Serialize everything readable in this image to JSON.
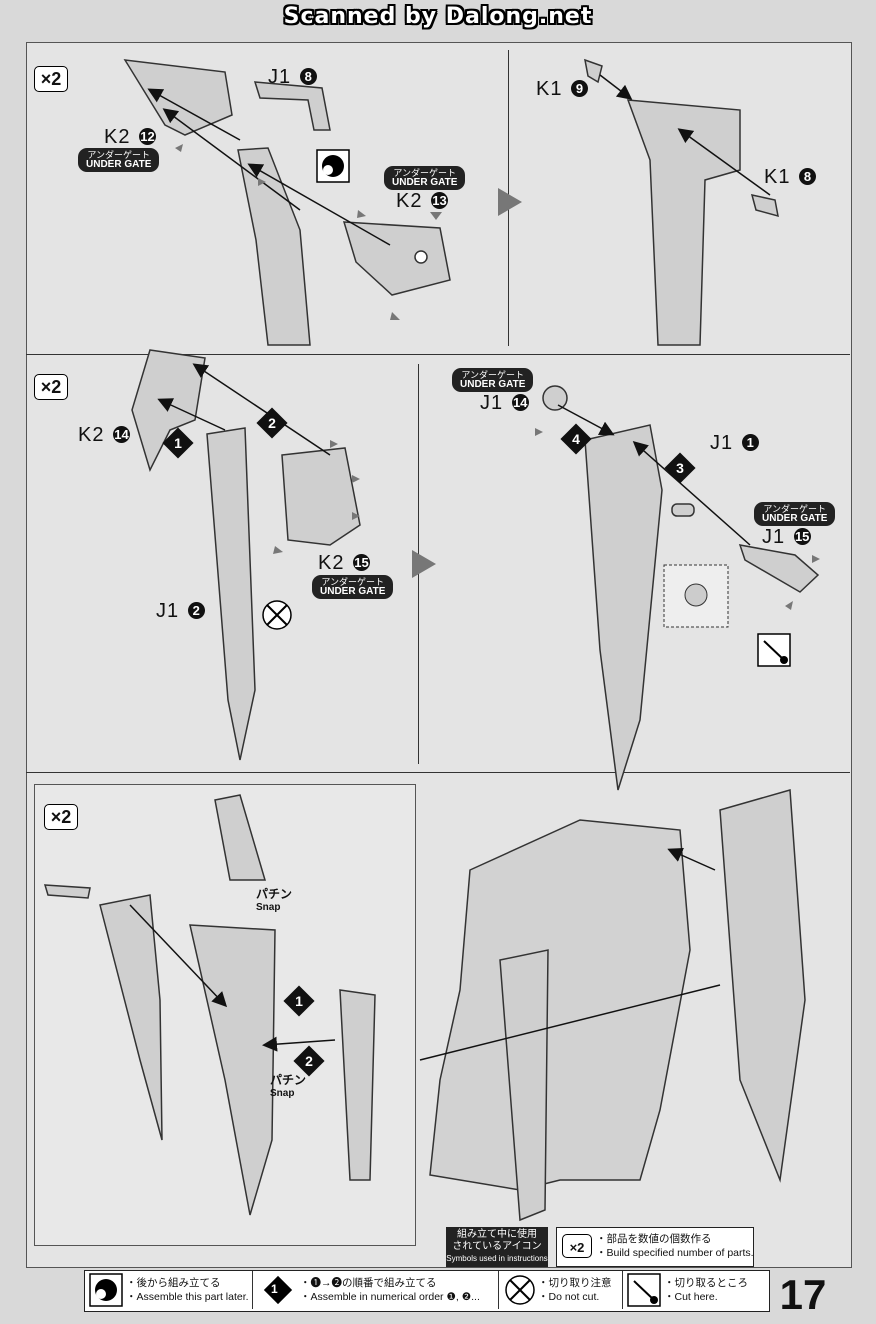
{
  "header": {
    "watermark": "Scanned by Dalong.net"
  },
  "multiplier": "×2",
  "parts": {
    "j1_8": {
      "label": "J1",
      "num": "8"
    },
    "k2_12": {
      "label": "K2",
      "num": "12"
    },
    "k2_13": {
      "label": "K2",
      "num": "13"
    },
    "k1_9": {
      "label": "K1",
      "num": "9"
    },
    "k1_8": {
      "label": "K1",
      "num": "8"
    },
    "k2_14": {
      "label": "K2",
      "num": "14"
    },
    "j1_2": {
      "label": "J1",
      "num": "2"
    },
    "k2_15": {
      "label": "K2",
      "num": "15"
    },
    "j1_14": {
      "label": "J1",
      "num": "14"
    },
    "j1_1": {
      "label": "J1",
      "num": "1"
    },
    "j1_15": {
      "label": "J1",
      "num": "15"
    }
  },
  "gate": {
    "jp": "アンダーゲート",
    "en": "UNDER GATE"
  },
  "steps": [
    "1",
    "2",
    "3",
    "4"
  ],
  "snap": {
    "jp": "パチン",
    "en": "Snap"
  },
  "legend": {
    "header_jp_1": "組み立て中に使用",
    "header_jp_2": "されているアイコン",
    "header_en": "Symbols used in instructions",
    "multiplier_jp": "・部品を数値の個数作る",
    "multiplier_en": "・Build specified number of parts.",
    "later_jp": "・後から組み立てる",
    "later_en": "・Assemble this part later.",
    "order_jp": "・❶→❷の順番で組み立てる",
    "order_en": "・Assemble in numerical order ❶, ❷...",
    "nocut_jp": "・切り取り注意",
    "nocut_en": "・Do not cut.",
    "cut_jp": "・切り取るところ",
    "cut_en": "・Cut here."
  },
  "page_number": "17"
}
